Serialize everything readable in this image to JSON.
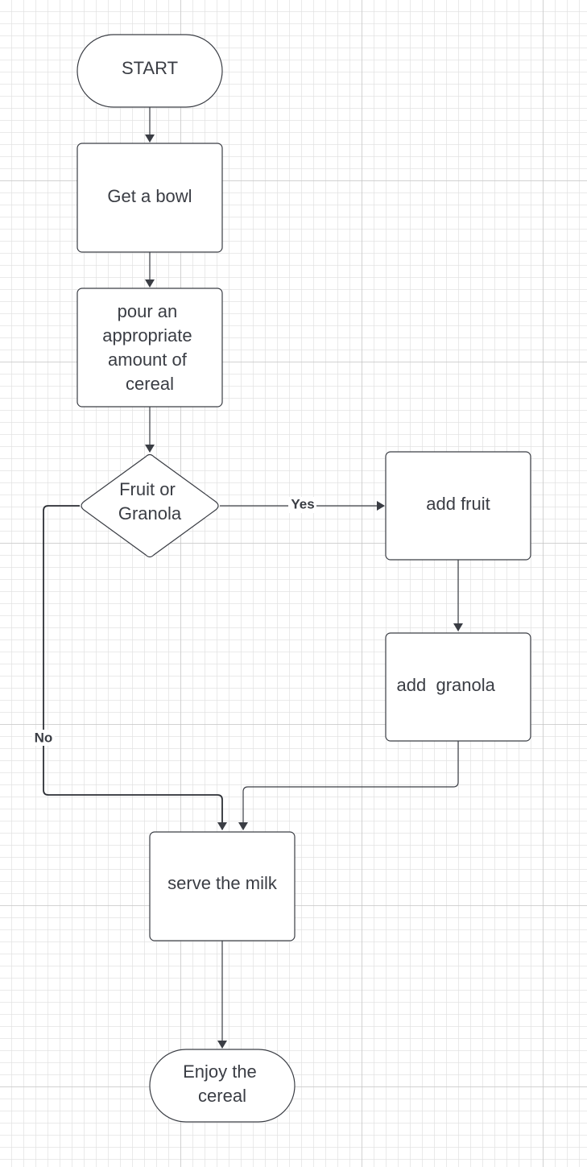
{
  "diagram": {
    "nodes": {
      "start": {
        "lines": [
          "START"
        ]
      },
      "get_bowl": {
        "lines": [
          "Get a bowl"
        ]
      },
      "pour_cereal": {
        "lines": [
          "pour an",
          "appropriate",
          "amount of",
          "cereal"
        ]
      },
      "decision": {
        "lines": [
          "Fruit or",
          "Granola"
        ]
      },
      "add_fruit": {
        "lines": [
          "add fruit"
        ]
      },
      "add_granola": {
        "lines": [
          "add  granola"
        ]
      },
      "serve_milk": {
        "lines": [
          "serve the milk"
        ]
      },
      "end": {
        "lines": [
          "Enjoy the",
          "cereal"
        ]
      }
    },
    "edge_labels": {
      "yes": "Yes",
      "no": "No"
    }
  }
}
